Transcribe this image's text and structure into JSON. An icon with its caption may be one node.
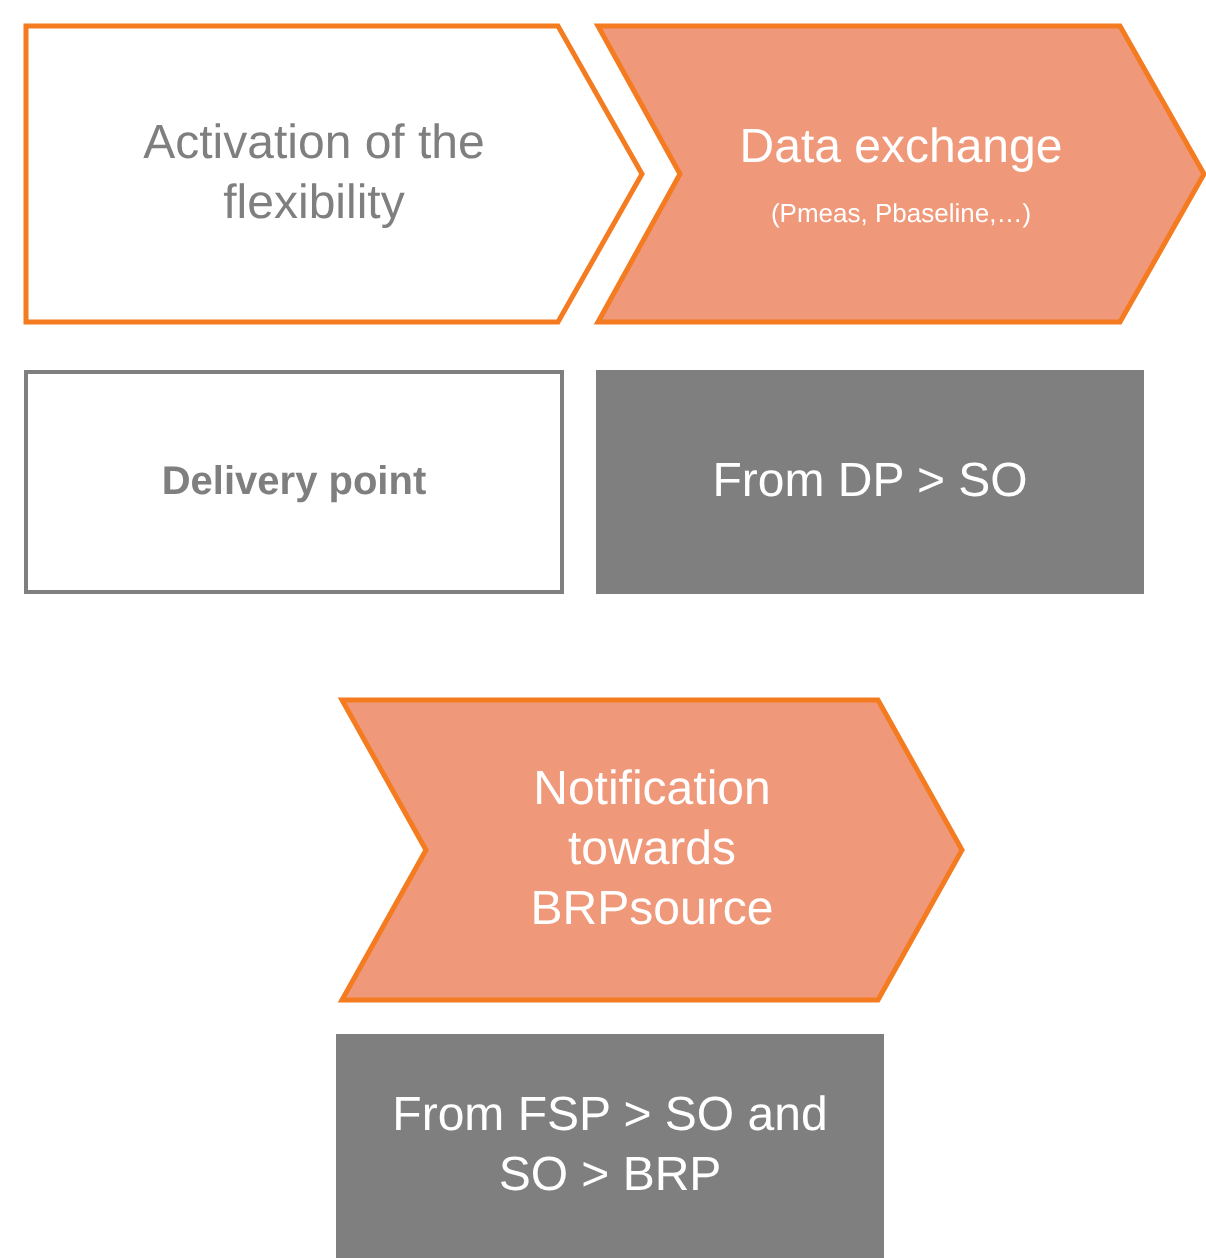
{
  "diagram": {
    "nodes": [
      {
        "text": [
          "Activation of the flexibility"
        ]
      },
      {
        "text": [
          "Data exchange",
          "(Pmeas, Pbaseline,…)"
        ]
      },
      {
        "text": [
          "Delivery point"
        ]
      },
      {
        "text": [
          "From DP > SO"
        ]
      },
      {
        "text": [
          "Notification towards BRPsource"
        ]
      },
      {
        "text": [
          "From FSP > SO and SO > BRP"
        ]
      }
    ]
  }
}
